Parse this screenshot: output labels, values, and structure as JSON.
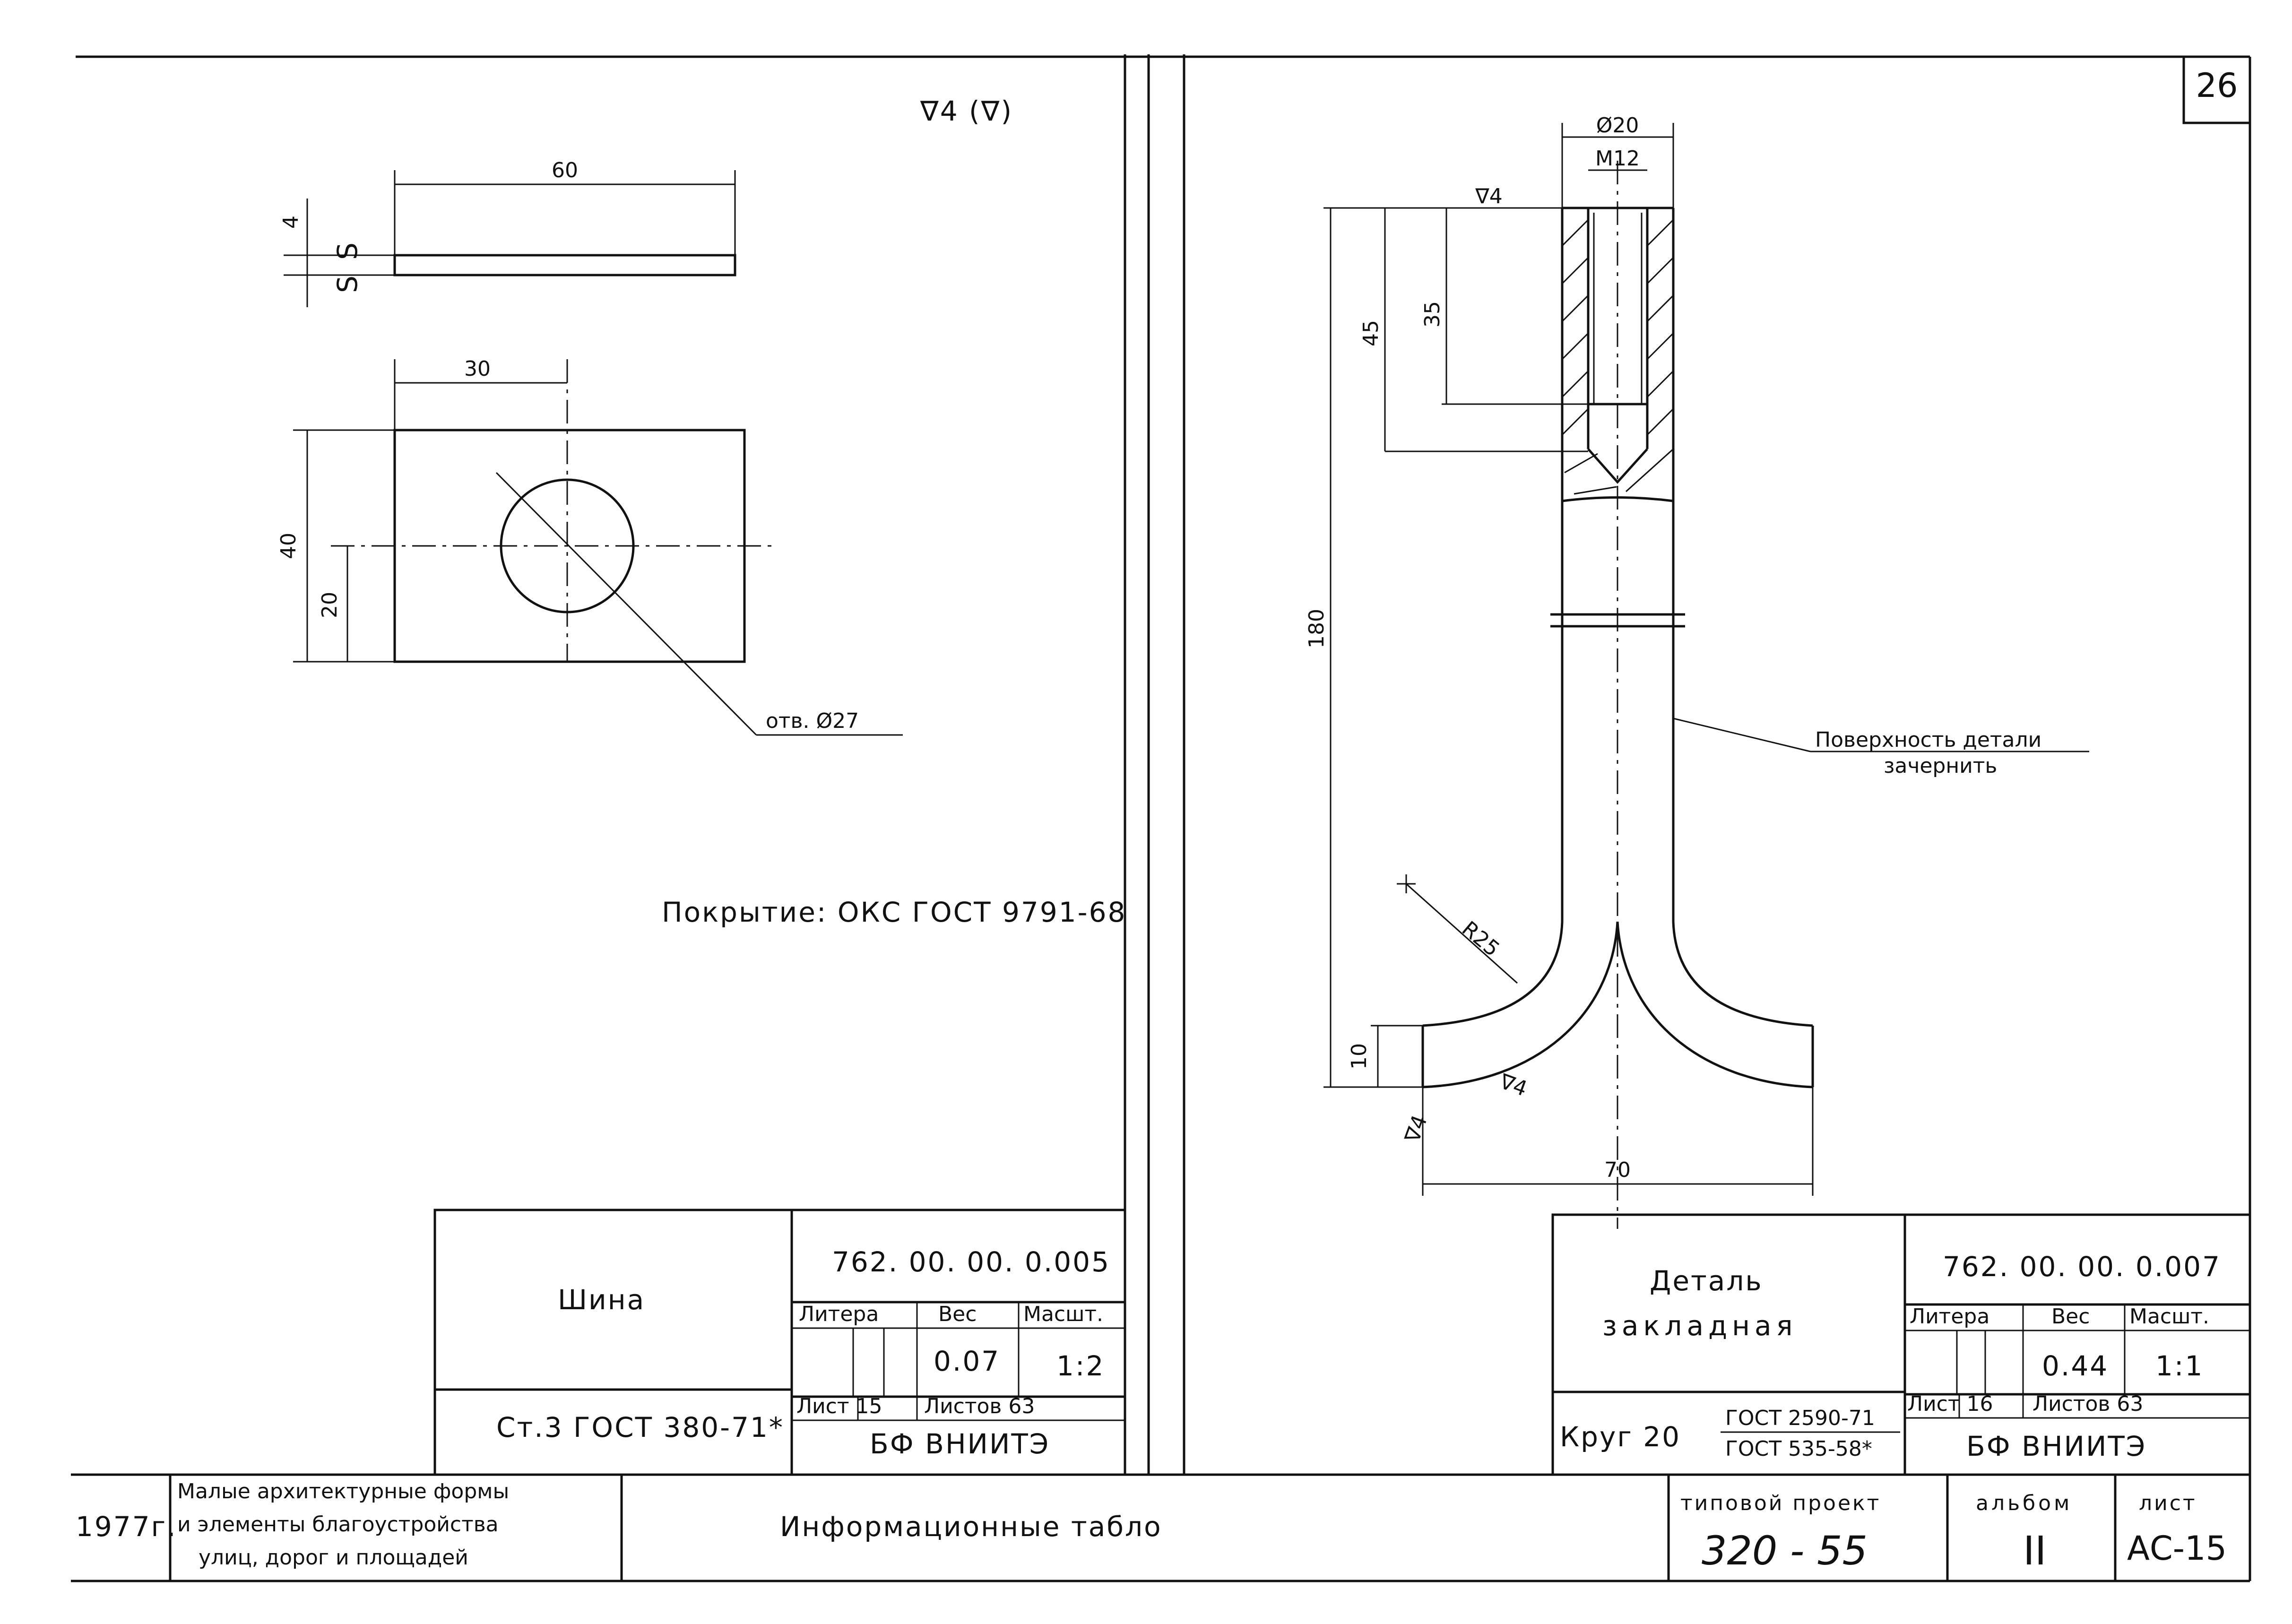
{
  "sheet_number": "26",
  "left_part": {
    "roughness_mark": "∇4 (∇)",
    "dims": {
      "length": "60",
      "thickness": "4",
      "hole_offset_x": "30",
      "height": "40",
      "hole_offset_y": "20"
    },
    "section_mark": "S",
    "hole_label": "отв. Ø27",
    "coating_note": "Покрытие: ОКС ГОСТ 9791-68",
    "title_block": {
      "name": "Шина",
      "code": "762. 00. 00. 0.005",
      "litera_label": "Литера",
      "weight_label": "Вес",
      "scale_label": "Масшт.",
      "weight": "0.07",
      "scale": "1:2",
      "sheet": "Лист 15",
      "sheets": "Листов 63",
      "material": "Ст.3 ГОСТ 380-71*",
      "org": "БФ ВНИИТЭ"
    }
  },
  "right_part": {
    "dims": {
      "outer_dia": "Ø20",
      "thread": "М12",
      "roughness_top": "∇4",
      "depth_45": "45",
      "depth_35": "35",
      "length": "180",
      "radius": "R25",
      "foot": "10",
      "width": "70",
      "roughness_foot": "∇4",
      "roughness_bottom": "∇4"
    },
    "surface_note_line1": "Поверхность детали",
    "surface_note_line2": "зачернить",
    "title_block": {
      "name_line1": "Деталь",
      "name_line2": "закладная",
      "code": "762. 00. 00. 0.007",
      "litera_label": "Литера",
      "weight_label": "Вес",
      "scale_label": "Масшт.",
      "weight": "0.44",
      "scale": "1:1",
      "sheet": "Лист 16",
      "sheets": "Листов 63",
      "material_prefix": "Круг 20",
      "material_top": "ГОСТ 2590-71",
      "material_bottom": "ГОСТ 535-58*",
      "org": "БФ ВНИИТЭ"
    }
  },
  "bottom_block": {
    "year": "1977г.",
    "series_line1": "Малые архитектурные формы",
    "series_line2": "и элементы благоустройства",
    "series_line3": "улиц, дорог и площадей",
    "title": "Информационные табло",
    "project_label": "типовой проект",
    "project_number": "320 - 55",
    "album_label": "альбом",
    "album_number": "II",
    "sheet_label": "лист",
    "sheet_value": "АС-15"
  }
}
